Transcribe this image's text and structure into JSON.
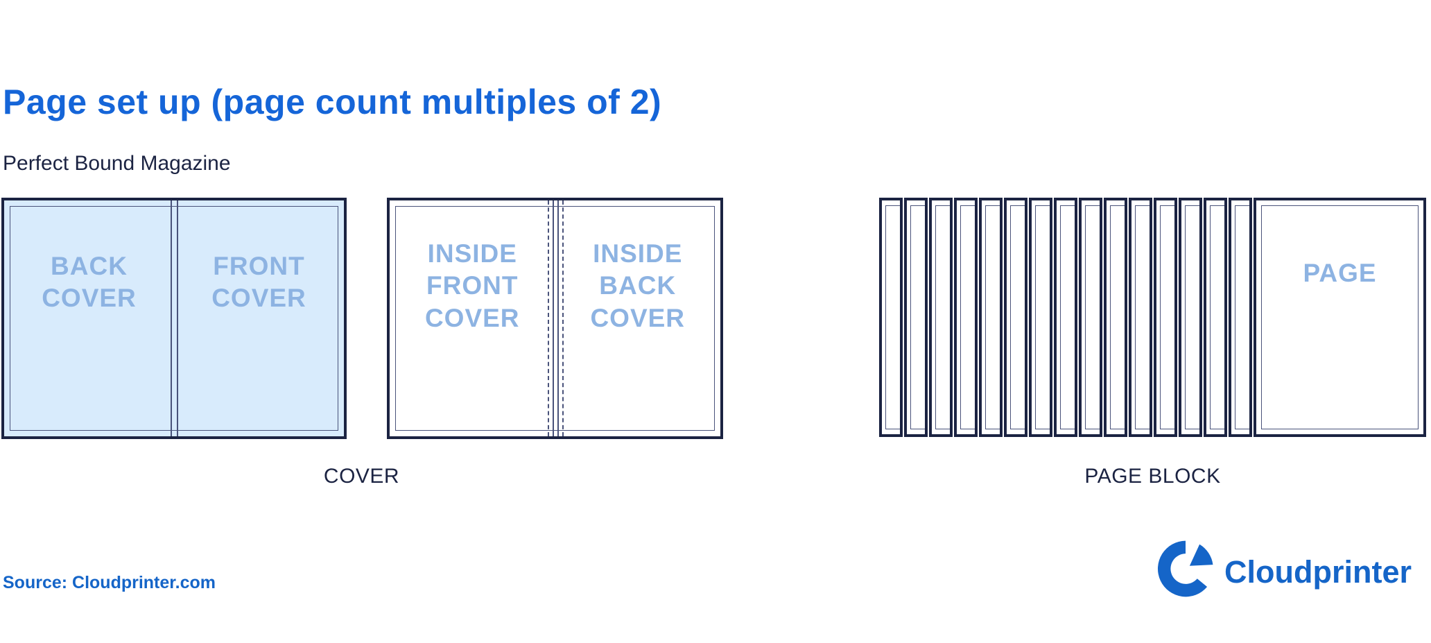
{
  "header": {
    "title": "Page set up (page count multiples of 2)",
    "subtitle": "Perfect Bound Magazine"
  },
  "diagram": {
    "cover_spread": {
      "back_cover_label": "BACK COVER",
      "front_cover_label": "FRONT COVER"
    },
    "inside_spread": {
      "inside_front_label": "INSIDE FRONT COVER",
      "inside_back_label": "INSIDE BACK COVER"
    },
    "cover_caption": "COVER",
    "page_block": {
      "page_label": "PAGE",
      "caption": "PAGE BLOCK",
      "sliver_count": 15
    }
  },
  "footer": {
    "source": "Source: Cloudprinter.com",
    "logo_text": "Cloudprinter"
  },
  "colors": {
    "title_blue": "#1565d8",
    "logo_blue": "#1565c8",
    "navy": "#1b2342",
    "line_navy": "#49527a",
    "cover_fill": "#d8ebfc",
    "label_blue": "#8db3e2"
  }
}
